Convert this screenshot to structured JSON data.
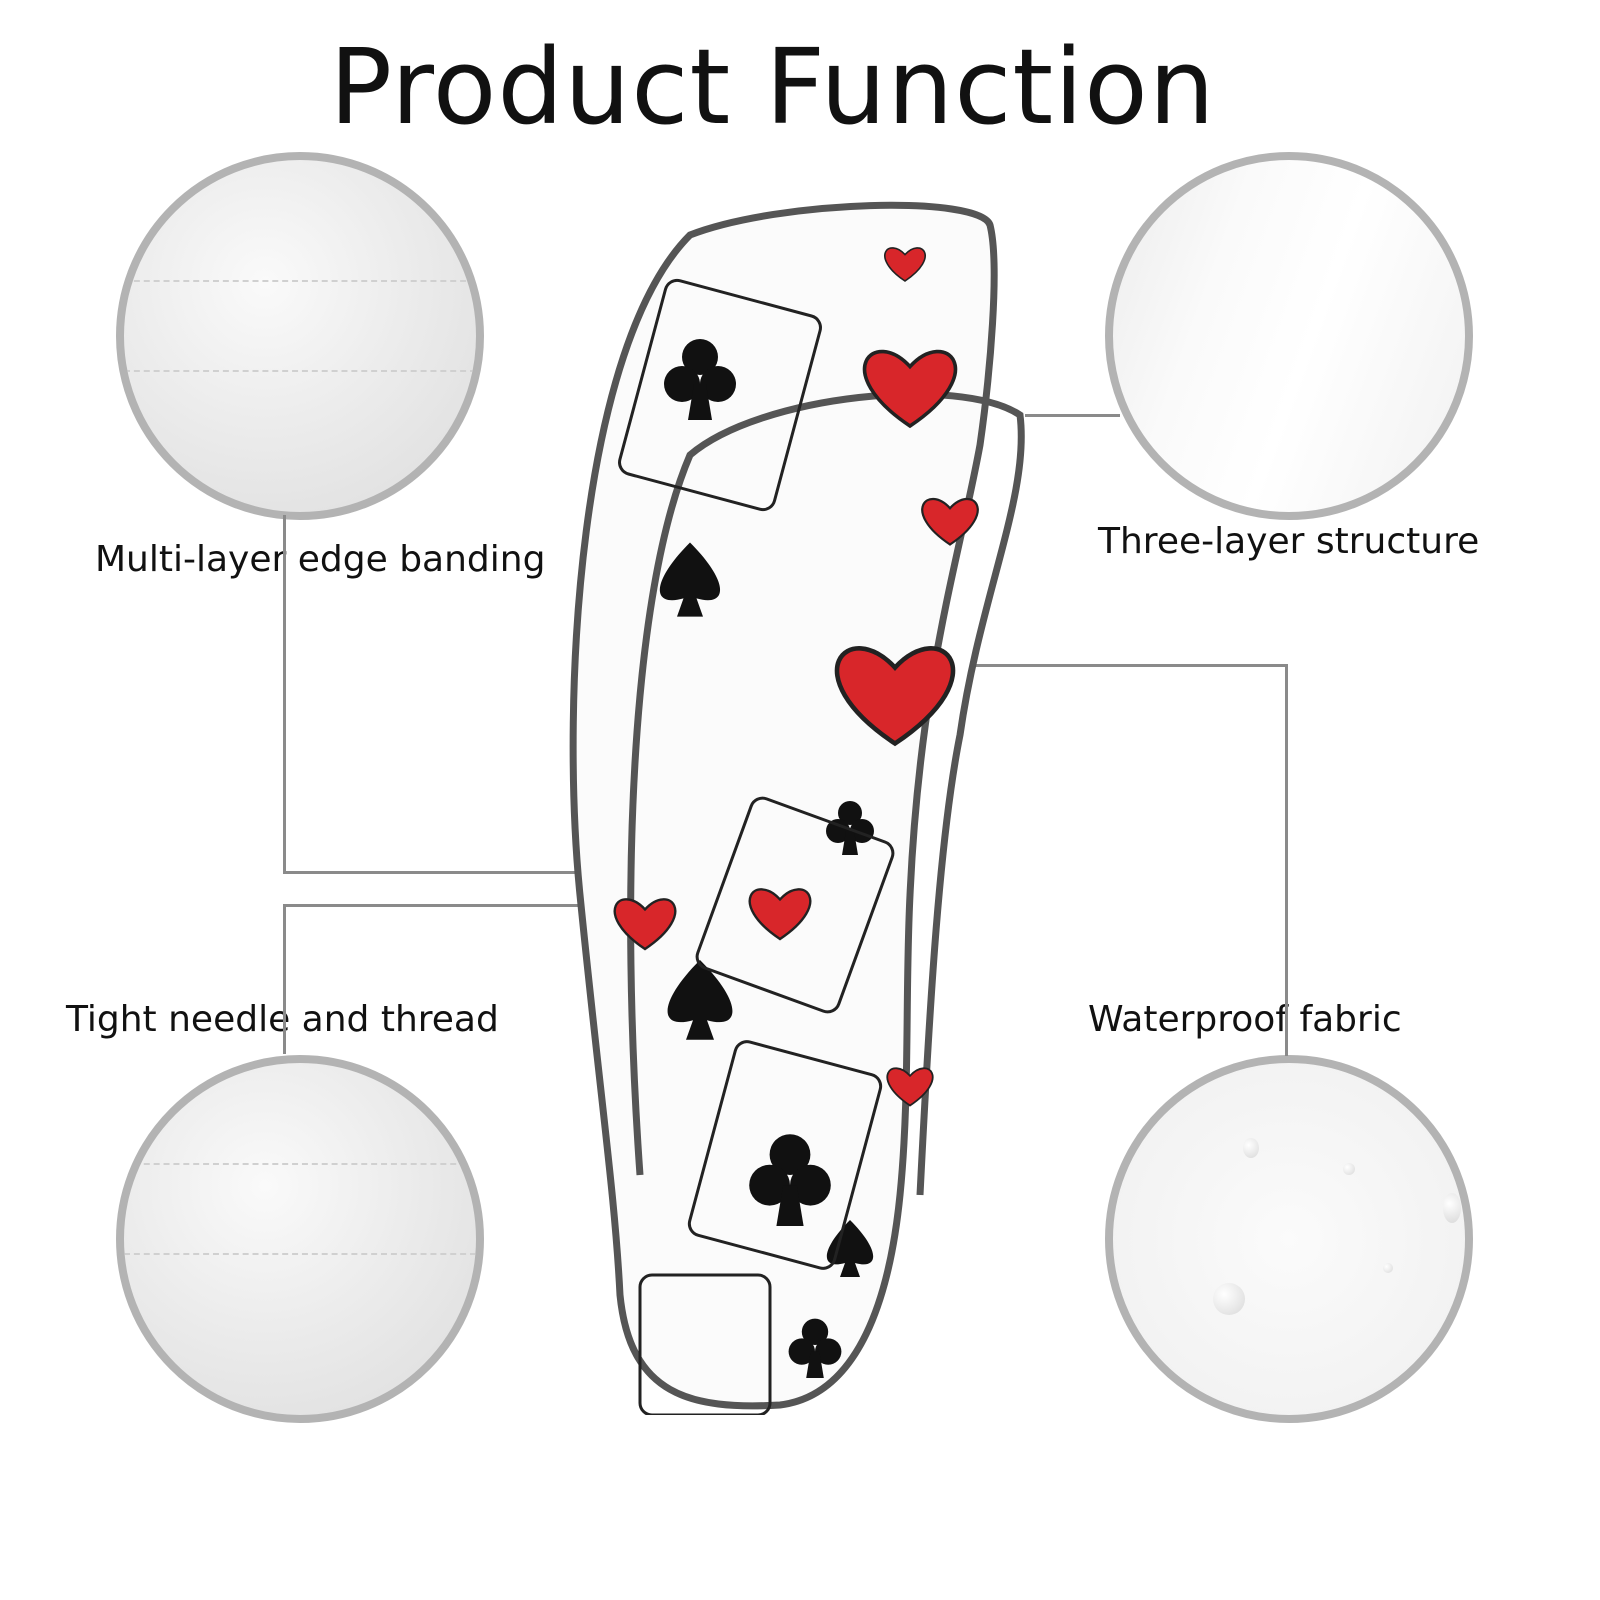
{
  "title": "Product Function",
  "features": [
    {
      "label": "Multi-layer edge banding"
    },
    {
      "label": "Three-layer structure"
    },
    {
      "label": "Tight needle and thread"
    },
    {
      "label": "Waterproof fabric"
    }
  ],
  "colors": {
    "heart": "#d8262a",
    "suit_black": "#111111",
    "trim": "#555555",
    "circle_border": "#b3b3b3"
  }
}
